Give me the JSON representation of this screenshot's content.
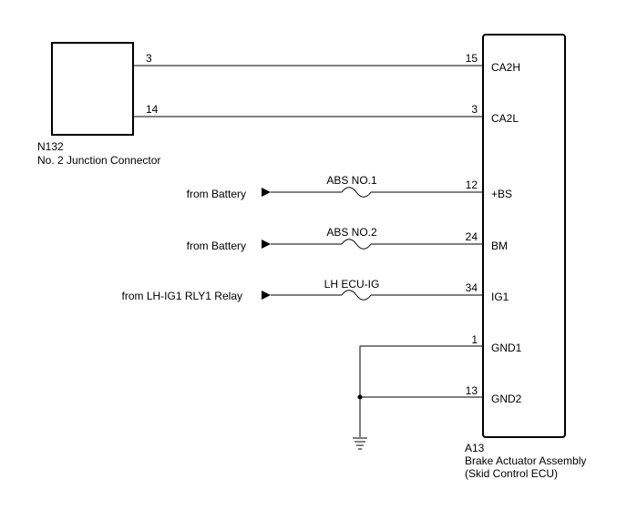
{
  "junction_connector": {
    "code": "N132",
    "name": "No. 2 Junction Connector",
    "pins": [
      "3",
      "14"
    ]
  },
  "ecu": {
    "code": "A13",
    "name": "Brake Actuator Assembly",
    "subname": "(Skid Control ECU)"
  },
  "circuits": [
    {
      "pin": "15",
      "terminal": "CA2H",
      "jc_pin": "3"
    },
    {
      "pin": "3",
      "terminal": "CA2L",
      "jc_pin": "14"
    },
    {
      "pin": "12",
      "terminal": "+BS",
      "source": "from Battery",
      "fuse": "ABS NO.1"
    },
    {
      "pin": "24",
      "terminal": "BM",
      "source": "from Battery",
      "fuse": "ABS NO.2"
    },
    {
      "pin": "34",
      "terminal": "IG1",
      "source": "from LH-IG1 RLY1 Relay",
      "fuse": "LH ECU-IG"
    },
    {
      "pin": "1",
      "terminal": "GND1"
    },
    {
      "pin": "13",
      "terminal": "GND2"
    }
  ],
  "icons": {
    "arrow": "source-arrow-icon",
    "fuse": "fuse-icon",
    "ground": "ground-icon",
    "splice": "splice-dot-icon"
  }
}
